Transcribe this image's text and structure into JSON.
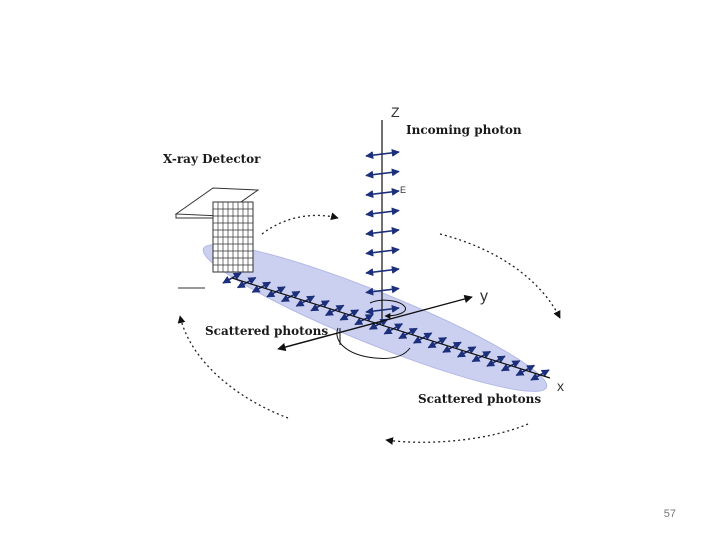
{
  "diagram": {
    "labels": {
      "detector": "X-ray Detector",
      "incoming": "Incoming photon",
      "scattered_left": "Scattered photons",
      "scattered_right": "Scattered photons",
      "axis_z": "Z",
      "axis_y": "y",
      "axis_x": "x",
      "field": "E"
    },
    "colors": {
      "photon_arrow": "#1b2f7a",
      "scatter_plane": "#c9cdf0",
      "axis": "#111111",
      "dotted_arrow": "#222222",
      "detector": "#333333"
    }
  },
  "slide": {
    "page_number": "57"
  }
}
